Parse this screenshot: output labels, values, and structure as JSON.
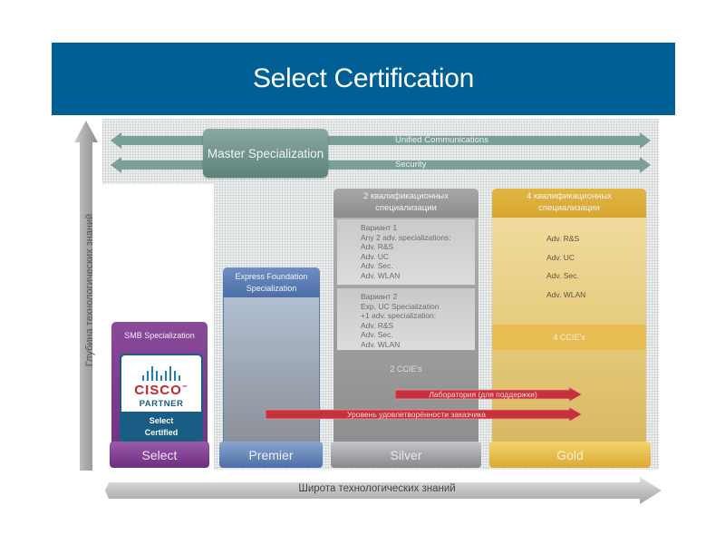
{
  "title": "Select Certification",
  "colors": {
    "header_bg": "#005f95",
    "master_teal": "#7a9e98",
    "select_purple": "#7a3a8c",
    "premier_blue": "#4c6fa8",
    "silver_gray": "#8e8e8e",
    "gold": "#e0b44a",
    "red_arrow": "#c8313b",
    "cisco_red": "#c0262d",
    "cisco_blue": "#1a5d84"
  },
  "master": {
    "label": "Master Specialization",
    "arrows": [
      "Unified Communications",
      "Security"
    ]
  },
  "axes": {
    "y_label": "Глубина технологических знаний",
    "x_label": "Широта технологических знаний"
  },
  "columns": {
    "select": {
      "heading": "SMB Specialization",
      "tier": "Select",
      "badge": {
        "brand": "CISCO",
        "trademark": "™",
        "partner": "PARTNER",
        "line1": "Select",
        "line2": "Certified"
      }
    },
    "premier": {
      "heading": "Express Foundation Specialization",
      "tier": "Premier"
    },
    "silver": {
      "heading": "2 квалификационных специализации",
      "variant1": {
        "title": "Вариант 1",
        "lines": [
          "Any 2 adv. specializations:",
          "Adv. R&S",
          "Adv. UC",
          "Adv. Sec.",
          "Adv. WLAN"
        ]
      },
      "variant2": {
        "title": "Вариант 2",
        "lines": [
          "Exp. UC Specialization",
          "+1 adv. specialization:",
          "Adv. R&S",
          "Adv. Sec.",
          "Adv. WLAN"
        ]
      },
      "ccie": "2 CCIE's",
      "tier": "Silver"
    },
    "gold": {
      "heading": "4 квалификационных специализации",
      "items": [
        "Adv. R&S",
        "Adv. UC",
        "Adv. Sec.",
        "Adv. WLAN"
      ],
      "ccie": "4 CCIE's",
      "tier": "Gold"
    }
  },
  "red_arrows": {
    "lab": "Лаборатория (для поддержки)",
    "satisfaction": "Уровень удовлетворённости заказчика"
  }
}
